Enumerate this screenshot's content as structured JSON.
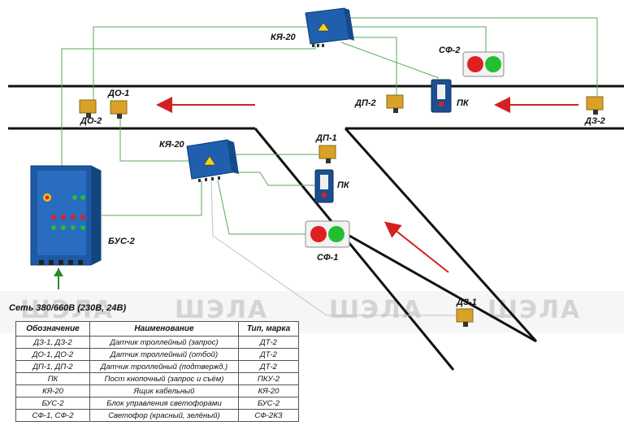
{
  "labels": {
    "kya20_top": "КЯ-20",
    "kya20_mid": "КЯ-20",
    "sf2": "СФ-2",
    "sf1": "СФ-1",
    "do1": "ДО-1",
    "do2": "ДО-2",
    "dp2": "ДП-2",
    "dp1": "ДП-1",
    "pk_top": "ПК",
    "pk_mid": "ПК",
    "dz2": "ДЗ-2",
    "dz1": "ДЗ-1",
    "bus2": "БУС-2",
    "network": "Сеть 380/660В (230В, 24В)"
  },
  "watermark": "ШЭЛА",
  "colors": {
    "wire": "#5aa85a",
    "wire_gray": "#b5c9b5",
    "arrow": "#d42020",
    "box_blue": "#1f5fae",
    "signal_red": "#e02020",
    "signal_green": "#22c030"
  },
  "table": {
    "headers": [
      "Обозначение",
      "Наименование",
      "Тип, марка"
    ],
    "rows": [
      [
        "ДЗ-1, ДЗ-2",
        "Датчик троллейный (запрос)",
        "ДТ-2"
      ],
      [
        "ДО-1, ДО-2",
        "Датчик троллейный (отбой)",
        "ДТ-2"
      ],
      [
        "ДП-1, ДП-2",
        "Датчик троллейный (подтвержд.)",
        "ДТ-2"
      ],
      [
        "ПК",
        "Пост кнопочный (запрос и съём)",
        "ПКУ-2"
      ],
      [
        "КЯ-20",
        "Ящик кабельный",
        "КЯ-20"
      ],
      [
        "БУС-2",
        "Блок управления светофорами",
        "БУС-2"
      ],
      [
        "СФ-1, СФ-2",
        "Светофор (красный, зелёный)",
        "СФ-2КЗ"
      ]
    ]
  }
}
